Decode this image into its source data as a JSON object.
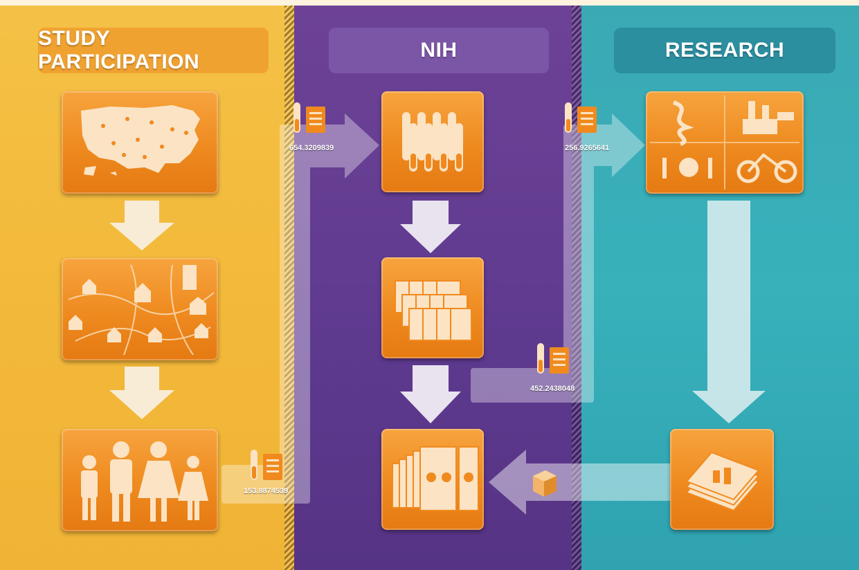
{
  "headers": {
    "study": "STUDY PARTICIPATION",
    "nih": "NIH",
    "research": "RESEARCH"
  },
  "transfer_labels": {
    "a": "153.8874539",
    "b": "654.3209839",
    "c": "256.9265641",
    "d": "452.2438048"
  },
  "colors": {
    "study_panel": "#f3b93a",
    "nih_panel": "#5e3a8f",
    "research_panel": "#38b1bb",
    "card_orange": "#ee8a1f"
  },
  "icons": {
    "study": [
      "us-map-icon",
      "neighborhood-map-icon",
      "people-icon"
    ],
    "nih": [
      "test-tubes-icon",
      "documents-icon",
      "data-forms-icon"
    ],
    "research": [
      "research-puzzle-icon",
      "publications-icon"
    ],
    "transfer": [
      "sample-tube-icon",
      "document-icon",
      "package-icon"
    ]
  }
}
